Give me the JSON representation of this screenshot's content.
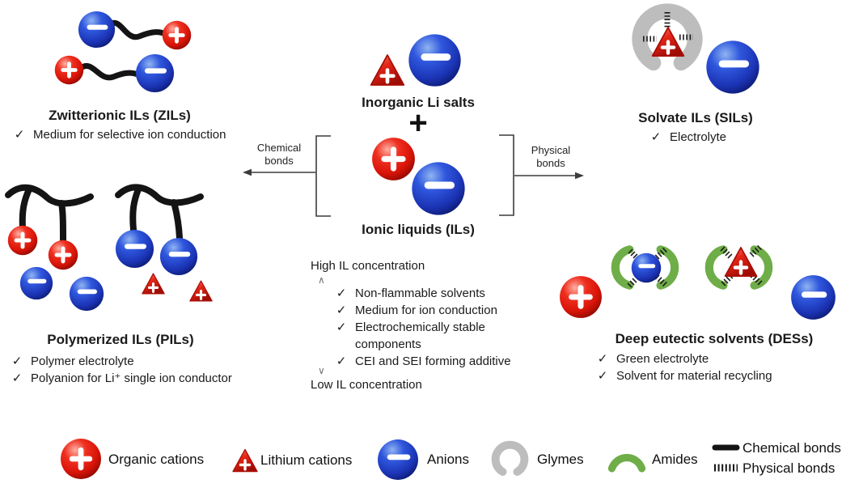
{
  "checkmark": "✓",
  "colors": {
    "cation_red": "#e2190f",
    "anion_blue": "#2148c8",
    "lithium_red": "#d81a10",
    "amide_green": "#6fad48",
    "glyme_gray": "#bdbdbd",
    "bond_black": "#141414",
    "text_black": "#1a1a1a"
  },
  "center": {
    "inorganic_title": "Inorganic Li salts",
    "plus": "+",
    "il_title": "Ionic liquids (ILs)",
    "chemical_bonds_label": "Chemical\nbonds",
    "physical_bonds_label": "Physical\nbonds",
    "high_il": "High IL concentration",
    "low_il": "Low IL concentration",
    "up_chevron": "∧",
    "down_chevron": "∨",
    "benefits": [
      "Non-flammable solvents",
      "Medium for ion conduction",
      "Electrochemically stable components",
      "CEI and SEI forming additive"
    ]
  },
  "sections": {
    "zil": {
      "title": "Zwitterionic ILs (ZILs)",
      "bullets": [
        "Medium for selective ion conduction"
      ]
    },
    "sil": {
      "title": "Solvate ILs (SILs)",
      "bullets": [
        "Electrolyte"
      ]
    },
    "pil": {
      "title": "Polymerized ILs (PILs)",
      "bullets": [
        "Polymer electrolyte",
        "Polyanion for Li⁺ single ion conductor"
      ]
    },
    "des": {
      "title": "Deep eutectic solvents (DESs)",
      "bullets": [
        "Green electrolyte",
        "Solvent for material recycling"
      ]
    }
  },
  "legend": {
    "organic_cations": "Organic cations",
    "lithium_cations": "Lithium cations",
    "anions": "Anions",
    "glymes": "Glymes",
    "amides": "Amides",
    "chemical_bonds": "Chemical bonds",
    "physical_bonds": "Physical bonds"
  }
}
